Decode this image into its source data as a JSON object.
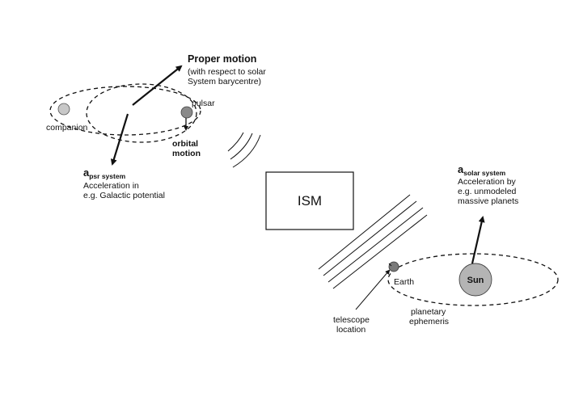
{
  "proper_motion": {
    "title": "Proper motion",
    "line1": "(with respect to solar",
    "line2": "System barycentre)"
  },
  "pulsar_system": {
    "pulsar_label": "pulsar",
    "companion_label": "companion",
    "orbital_motion_line1": "orbital",
    "orbital_motion_line2": "motion",
    "accel_symbol": "a",
    "accel_subscript": "psr system",
    "accel_line1": "Acceleration in",
    "accel_line2": "e.g. Galactic potential"
  },
  "ism": {
    "label": "ISM"
  },
  "solar_system": {
    "accel_symbol": "a",
    "accel_subscript": "solar system",
    "accel_line1": "Acceleration by",
    "accel_line2": "e.g. unmodeled",
    "accel_line3": "massive planets",
    "sun_label": "Sun",
    "earth_label": "Earth",
    "ephemeris_line1": "planetary",
    "ephemeris_line2": "ephemeris",
    "telescope_line1": "telescope",
    "telescope_line2": "location"
  },
  "colors": {
    "line": "#111111",
    "companion_fill": "#c8c8c8",
    "pulsar_fill": "#8a8a8a",
    "earth_fill": "#7a7a7a",
    "sun_fill": "#b4b4b4"
  }
}
